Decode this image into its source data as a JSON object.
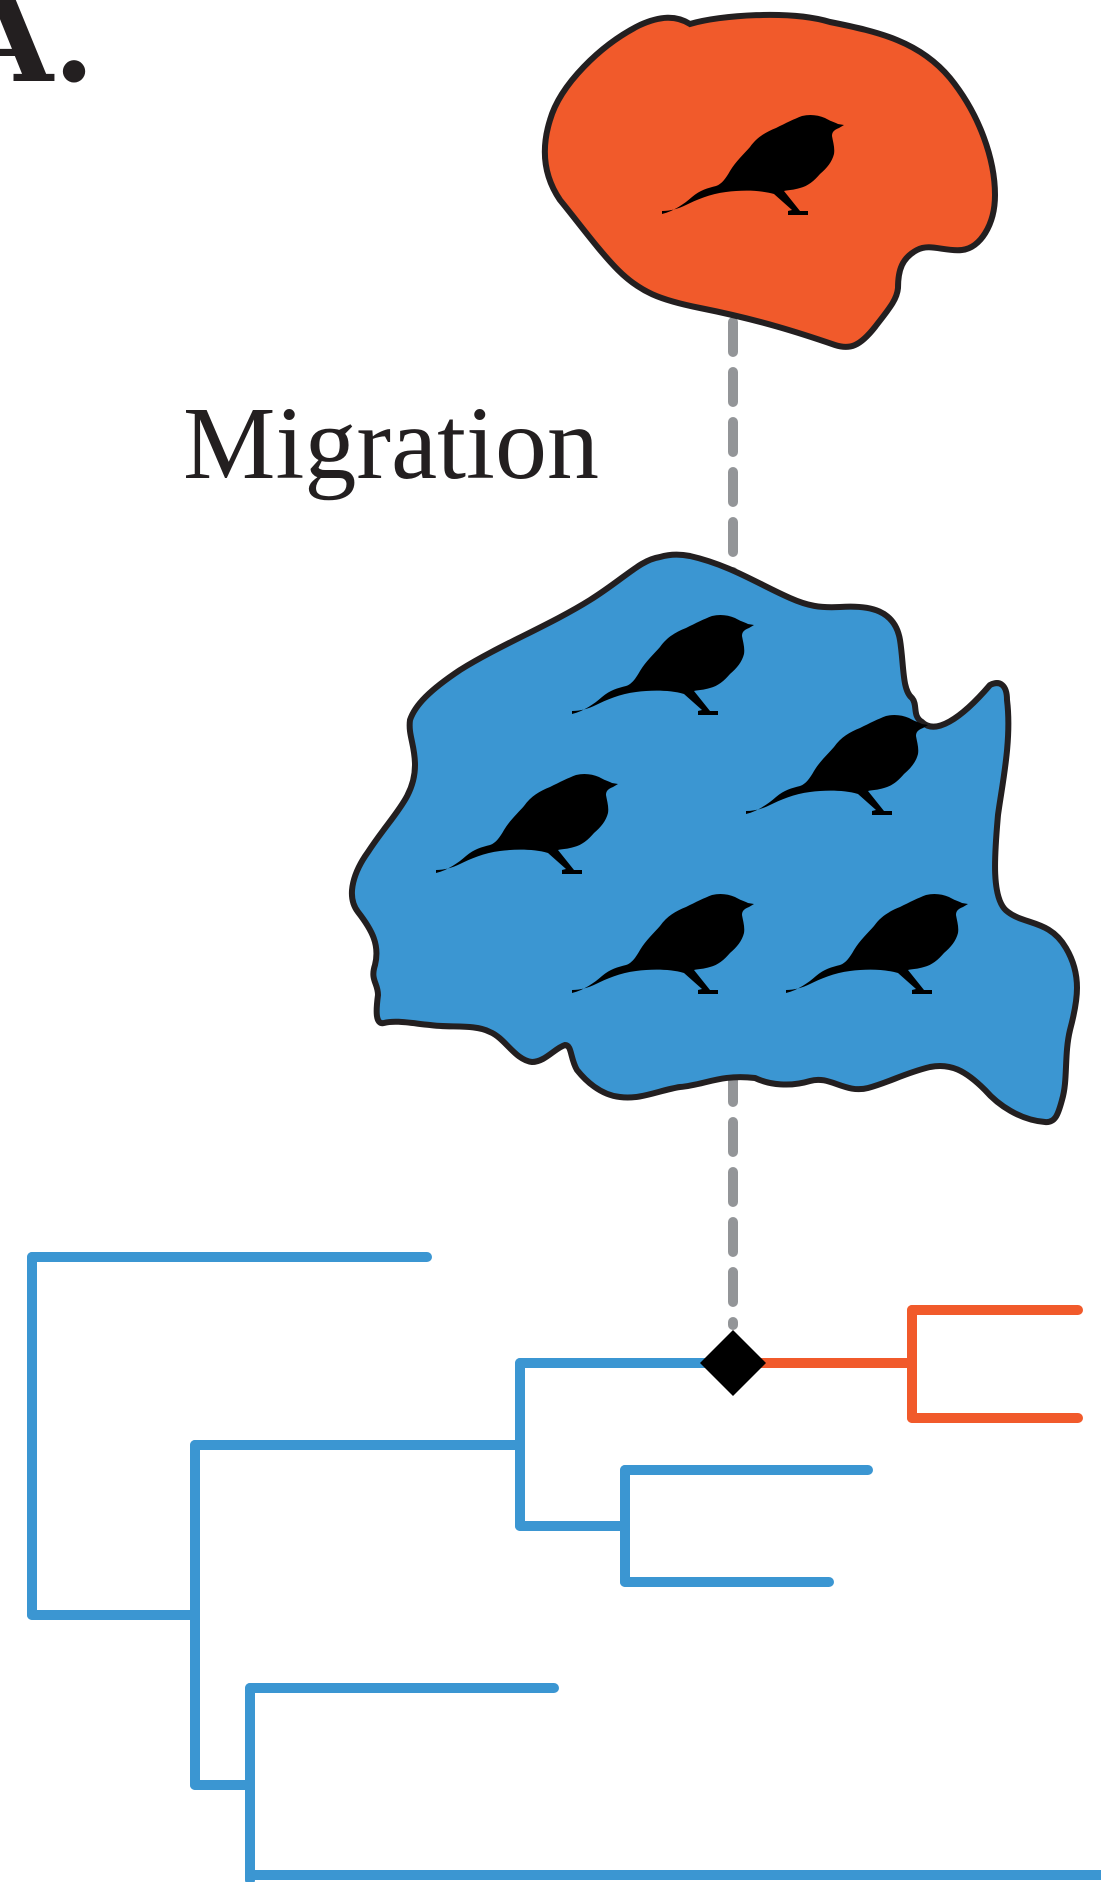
{
  "panel": {
    "label": "A."
  },
  "annotation": {
    "migration_label": "Migration"
  },
  "colors": {
    "source_population": "#f15a2b",
    "destination_population": "#3b96d2",
    "outline": "#231f20",
    "migration_path": "#939598",
    "bird": "#000000",
    "migration_node": "#000000"
  },
  "icons": {
    "bird": "bird-silhouette-icon",
    "migration_event": "diamond-node-icon"
  },
  "populations": {
    "source": {
      "color": "orange",
      "bird_count": 1
    },
    "destination": {
      "color": "blue",
      "bird_count": 5
    }
  }
}
